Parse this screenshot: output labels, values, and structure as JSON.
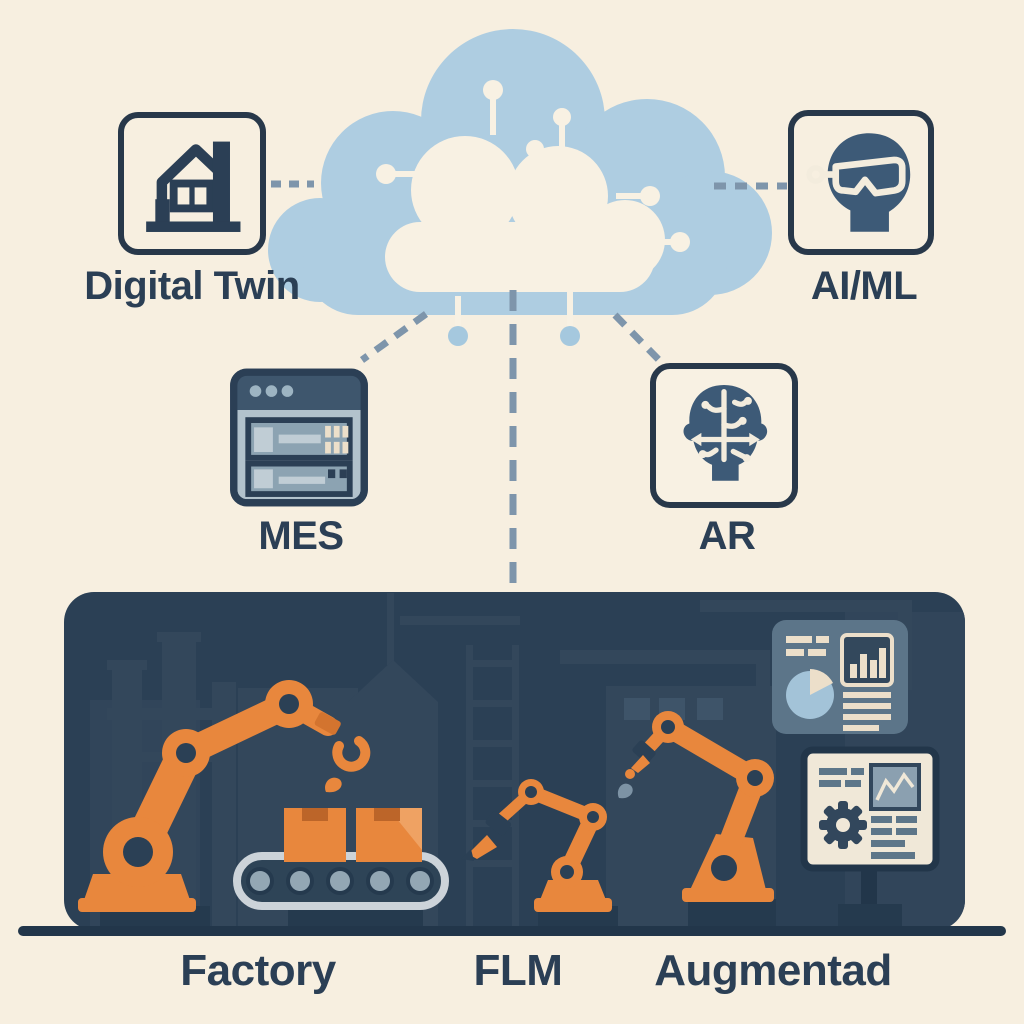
{
  "diagram": {
    "title_implicit": "smart factory cloud connectivity illustration",
    "background_color": "#f7efe0",
    "cloud": {
      "icon": "cloud-icon",
      "color": "#aecde1",
      "inner_color": "#f8f1e3"
    },
    "nodes": [
      {
        "id": "digital-twin",
        "label": "Digital Twin",
        "icon": "factory-building-icon",
        "position": "top-left"
      },
      {
        "id": "ai-ml",
        "label": "AI/ML",
        "icon": "vr-goggles-head-icon",
        "position": "top-right"
      },
      {
        "id": "mes",
        "label": "MES",
        "icon": "dashboard-window-icon",
        "position": "middle-left"
      },
      {
        "id": "ar",
        "label": "AR",
        "icon": "brain-circuit-icon",
        "position": "middle-right"
      }
    ],
    "connections": [
      {
        "from": "digital-twin",
        "to": "cloud",
        "style": "dashed"
      },
      {
        "from": "ai-ml",
        "to": "cloud",
        "style": "dashed"
      },
      {
        "from": "mes",
        "to": "cloud",
        "style": "dashed"
      },
      {
        "from": "ar",
        "to": "cloud",
        "style": "dashed"
      },
      {
        "from": "factory",
        "to": "cloud",
        "style": "dashed"
      }
    ],
    "factory": {
      "captions": [
        "Factory",
        "FLM",
        "Augmentad"
      ],
      "scene_icons": [
        "robot-arm-icon",
        "conveyor-belt-icon",
        "cardboard-box-icon",
        "analytics-hud-icon",
        "pie-chart-icon",
        "bar-chart-icon",
        "monitor-dashboard-icon",
        "gear-icon",
        "line-chart-icon",
        "factory-skyline-silhouette"
      ],
      "panel_color": "#2b4055",
      "robot_color": "#e8873d"
    },
    "colors": {
      "navy_text": "#2b3f55",
      "dash_line": "#7e95ab",
      "orange": "#e8873d",
      "cream_accent": "#ecdfca",
      "floor_line": "#22364a"
    }
  }
}
